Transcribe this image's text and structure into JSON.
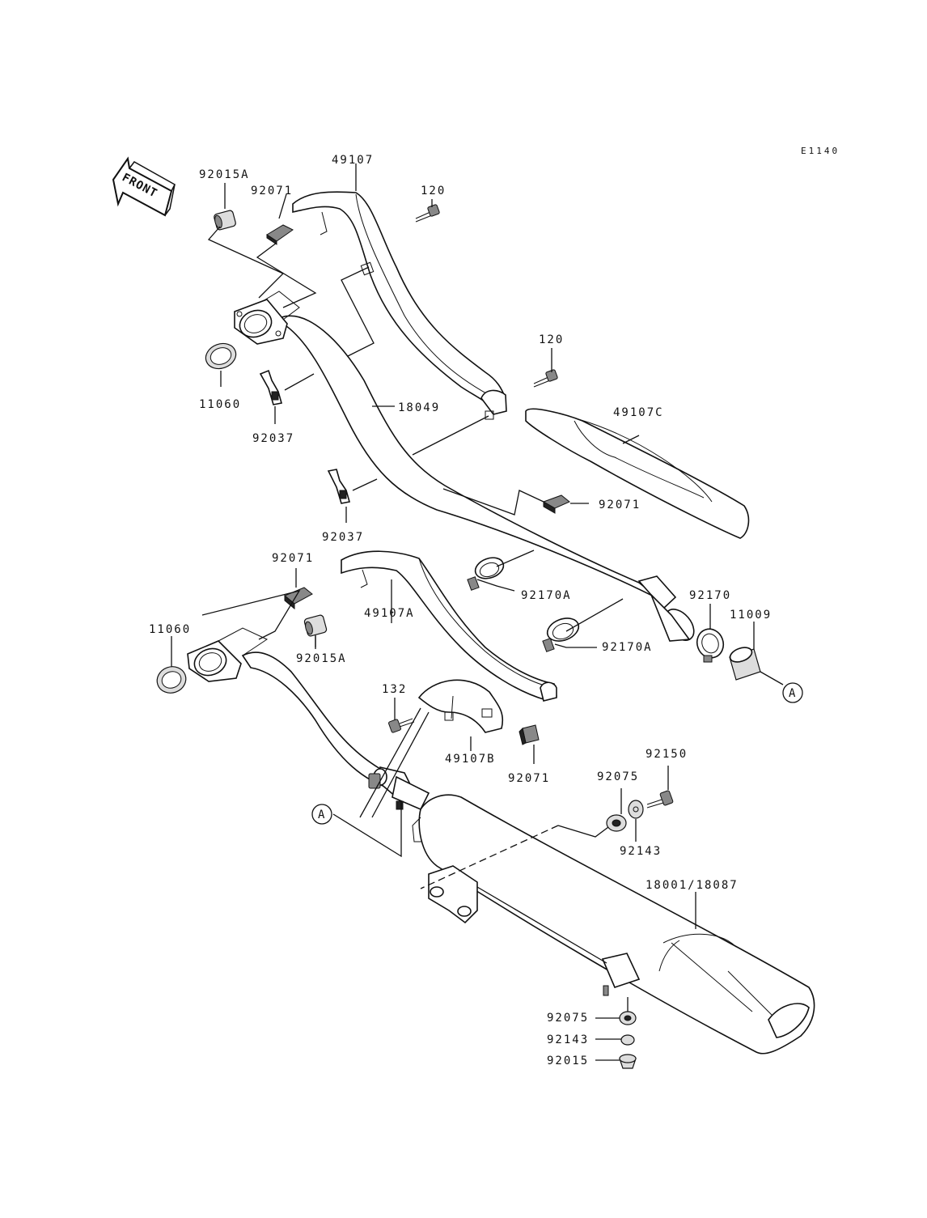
{
  "diagram": {
    "code": "E1140",
    "front_arrow_label": "FRONT",
    "labels": [
      {
        "id": "l-92015a-top",
        "text": "92015A"
      },
      {
        "id": "l-92071-top",
        "text": "92071"
      },
      {
        "id": "l-49107",
        "text": "49107"
      },
      {
        "id": "l-120-top",
        "text": "120"
      },
      {
        "id": "l-120-mid",
        "text": "120"
      },
      {
        "id": "l-11060-top",
        "text": "11060"
      },
      {
        "id": "l-92037-top",
        "text": "92037"
      },
      {
        "id": "l-18049",
        "text": "18049"
      },
      {
        "id": "l-49107c",
        "text": "49107C"
      },
      {
        "id": "l-92071-right",
        "text": "92071"
      },
      {
        "id": "l-92037-mid",
        "text": "92037"
      },
      {
        "id": "l-92071-left",
        "text": "92071"
      },
      {
        "id": "l-49107a",
        "text": "49107A"
      },
      {
        "id": "l-92170a-top",
        "text": "92170A"
      },
      {
        "id": "l-92170",
        "text": "92170"
      },
      {
        "id": "l-11009",
        "text": "11009"
      },
      {
        "id": "l-92170a-low",
        "text": "92170A"
      },
      {
        "id": "l-11060-low",
        "text": "11060"
      },
      {
        "id": "l-92015a-low",
        "text": "92015A"
      },
      {
        "id": "l-a-right",
        "text": "A"
      },
      {
        "id": "l-132",
        "text": "132"
      },
      {
        "id": "l-49107b",
        "text": "49107B"
      },
      {
        "id": "l-92071-low",
        "text": "92071"
      },
      {
        "id": "l-92150",
        "text": "92150"
      },
      {
        "id": "l-92075-top",
        "text": "92075"
      },
      {
        "id": "l-a-left",
        "text": "A"
      },
      {
        "id": "l-92143-top",
        "text": "92143"
      },
      {
        "id": "l-18001",
        "text": "18001/18087"
      },
      {
        "id": "l-92075-low",
        "text": "92075"
      },
      {
        "id": "l-92143-low",
        "text": "92143"
      },
      {
        "id": "l-92015-low",
        "text": "92015"
      }
    ]
  }
}
